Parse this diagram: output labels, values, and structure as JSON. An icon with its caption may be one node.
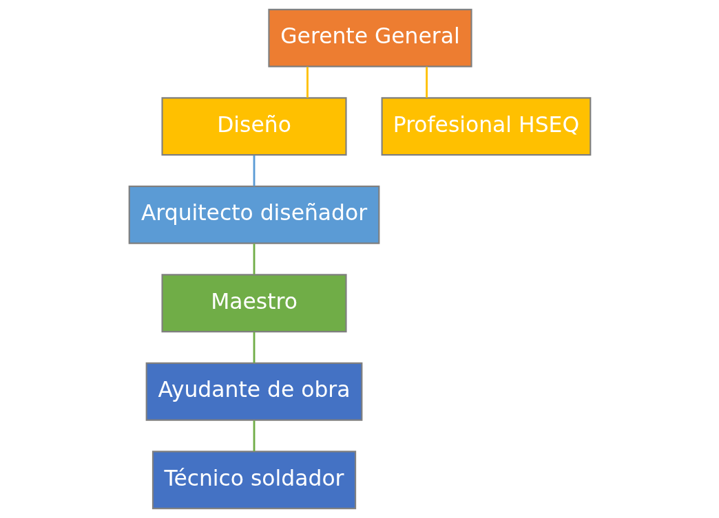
{
  "diagram": {
    "nodes": [
      {
        "text": [
          "Gerente General"
        ]
      },
      {
        "text": [
          "Diseño"
        ]
      },
      {
        "text": [
          "Profesional HSEQ"
        ]
      },
      {
        "text": [
          "Arquitecto diseñador"
        ]
      },
      {
        "text": [
          "Maestro"
        ]
      },
      {
        "text": [
          "Ayudante de obra"
        ]
      },
      {
        "text": [
          "Técnico soldador"
        ]
      }
    ],
    "edges": [
      {
        "from": 0,
        "to": 1,
        "arrow": "none",
        "color": "#ffc000"
      },
      {
        "from": 0,
        "to": 2,
        "arrow": "none",
        "color": "#ffc000"
      },
      {
        "from": 1,
        "to": 3,
        "arrow": "none",
        "color": "#5b9bd5"
      },
      {
        "from": 3,
        "to": 4,
        "arrow": "none"
      },
      {
        "from": 4,
        "to": 5,
        "arrow": "none"
      },
      {
        "from": 5,
        "to": 6,
        "arrow": "none"
      }
    ]
  }
}
